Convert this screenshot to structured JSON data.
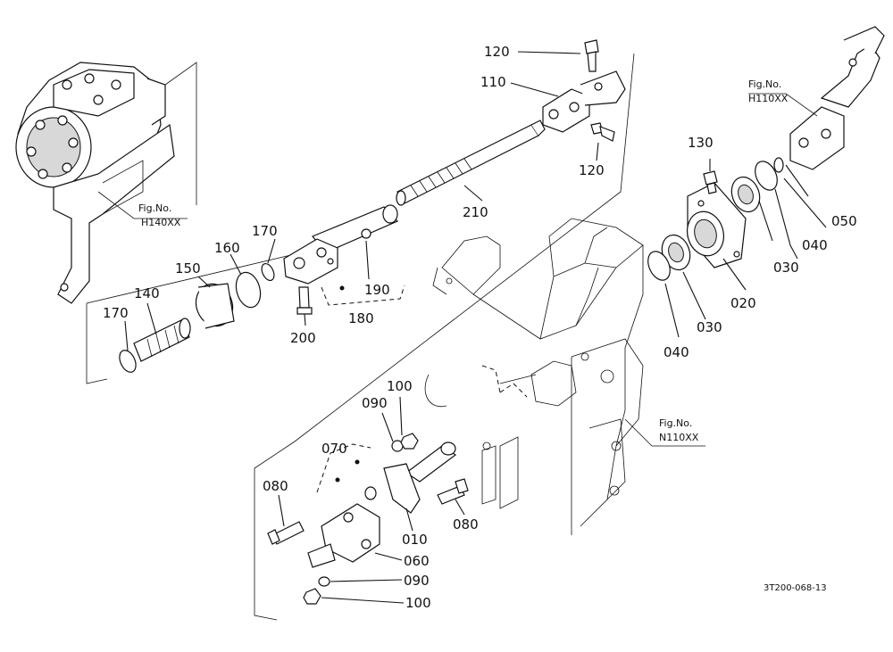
{
  "labels": {
    "p010": "010",
    "p020": "020",
    "p030a": "030",
    "p030b": "030",
    "p040a": "040",
    "p040b": "040",
    "p050": "050",
    "p060": "060",
    "p070": "070",
    "p080a": "080",
    "p080b": "080",
    "p090a": "090",
    "p090b": "090",
    "p100a": "100",
    "p100b": "100",
    "p110": "110",
    "p120a": "120",
    "p120b": "120",
    "p130": "130",
    "p140": "140",
    "p150": "150",
    "p160": "160",
    "p170a": "170",
    "p170b": "170",
    "p180": "180",
    "p190": "190",
    "p200": "200",
    "p210": "210"
  },
  "figrefs": {
    "h140_title": "Fig.No.",
    "h140_code": "H140XX",
    "h110_title": "Fig.No.",
    "h110_code": "H110XX",
    "n110_title": "Fig.No.",
    "n110_code": "N110XX"
  },
  "drawing_code": "3T200-068-13"
}
